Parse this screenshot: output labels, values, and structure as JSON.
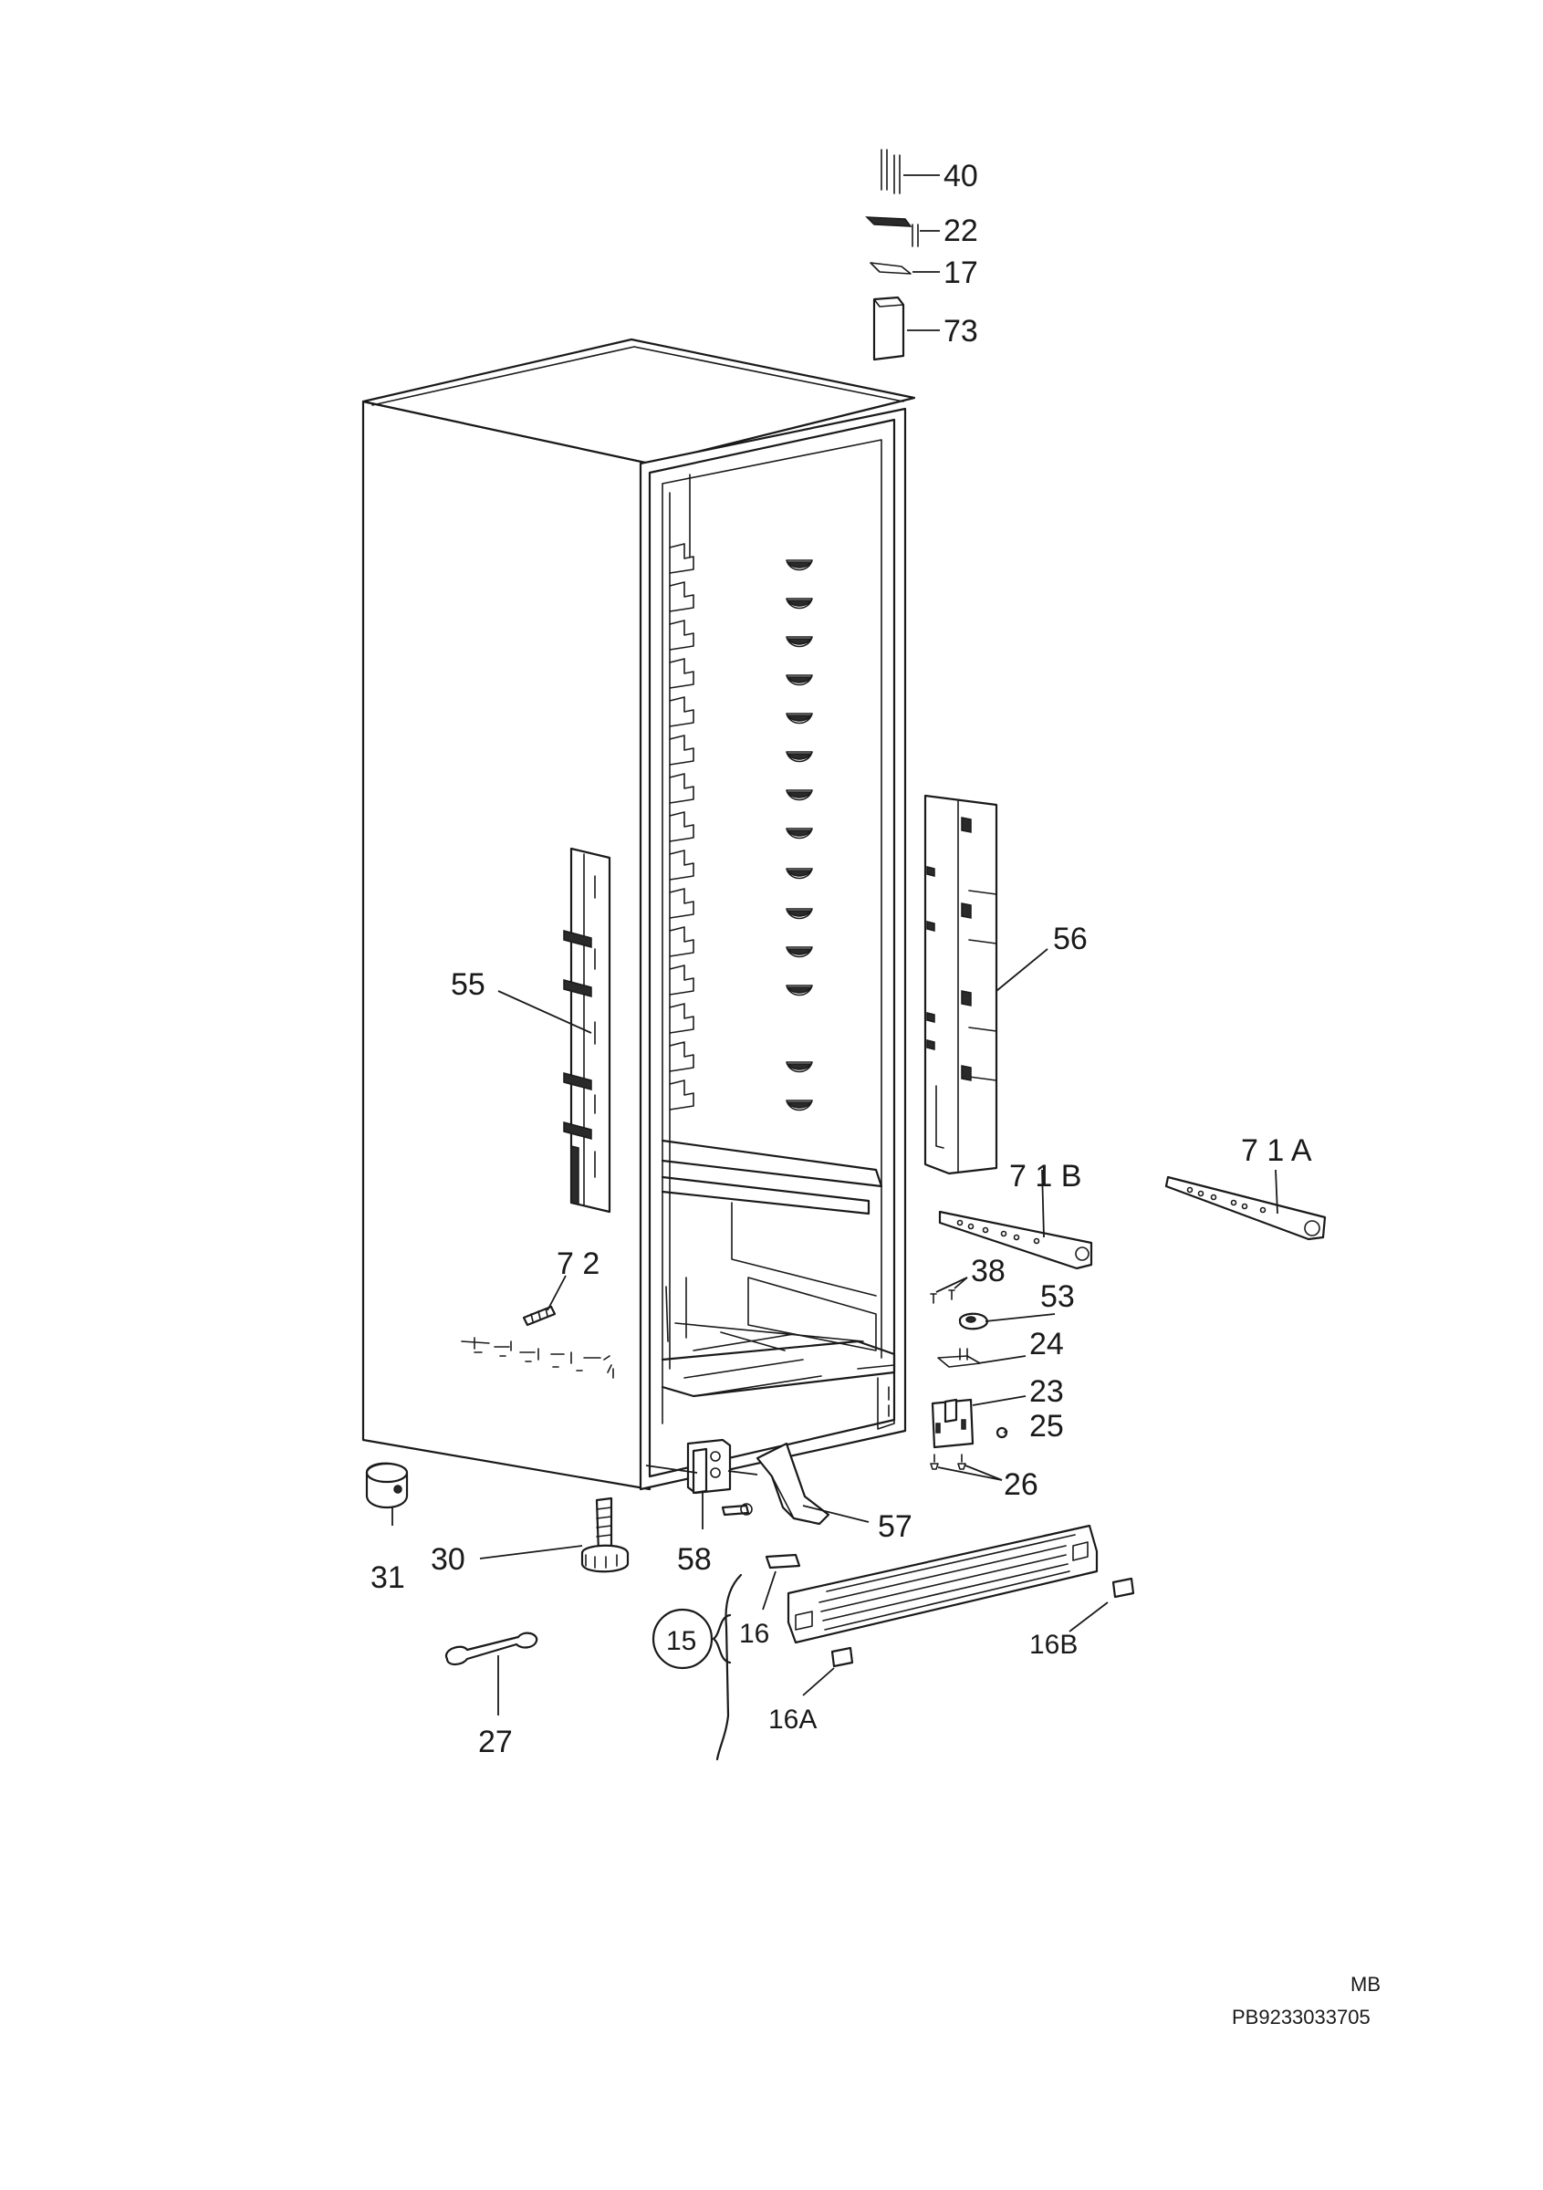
{
  "diagram": {
    "callouts": [
      {
        "id": "p40",
        "text": "40"
      },
      {
        "id": "p22",
        "text": "22"
      },
      {
        "id": "p17",
        "text": "17"
      },
      {
        "id": "p73",
        "text": "73"
      },
      {
        "id": "p56",
        "text": "56"
      },
      {
        "id": "p55",
        "text": "55"
      },
      {
        "id": "p71a",
        "text": "7 1 A"
      },
      {
        "id": "p71b",
        "text": "7 1 B"
      },
      {
        "id": "p72",
        "text": "7 2"
      },
      {
        "id": "p38",
        "text": "38"
      },
      {
        "id": "p53",
        "text": "53"
      },
      {
        "id": "p24",
        "text": "24"
      },
      {
        "id": "p23",
        "text": "23"
      },
      {
        "id": "p25",
        "text": "25"
      },
      {
        "id": "p26",
        "text": "26"
      },
      {
        "id": "p57",
        "text": "57"
      },
      {
        "id": "p58",
        "text": "58"
      },
      {
        "id": "p31",
        "text": "31"
      },
      {
        "id": "p30",
        "text": "30"
      },
      {
        "id": "p15",
        "text": "15"
      },
      {
        "id": "p16",
        "text": "16"
      },
      {
        "id": "p16b",
        "text": "16B"
      },
      {
        "id": "p16a",
        "text": "16A"
      },
      {
        "id": "p27",
        "text": "27"
      }
    ],
    "footer": {
      "code": "MB",
      "reference": "PB9233033705"
    }
  }
}
